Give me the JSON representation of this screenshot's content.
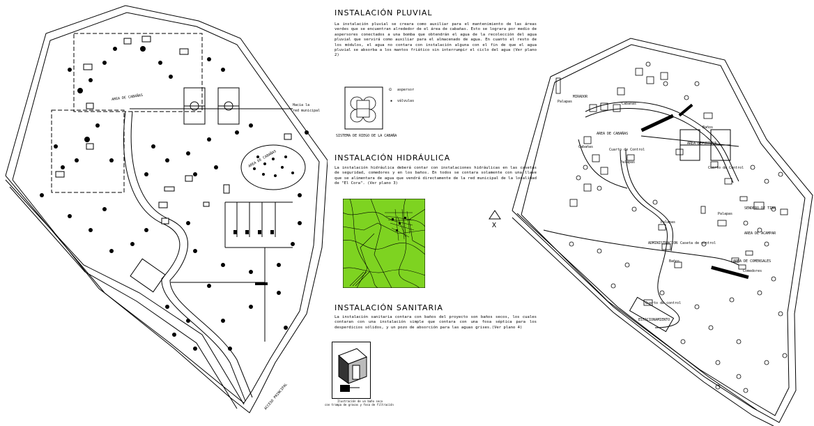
{
  "sections": {
    "pluvial": {
      "title": "INSTALACIÓN PLUVIAL",
      "text": "La instalación pluvial se creara como auxiliar para el mantenimiento de las áreas verdes que se encuentran alrededor de el área de cabañas. Esto se lograra por medio de aspersores conectados a una bomba que obtendrán el agua de la recolección del agua pluvial que servirá como auxiliar para el almacenado de agua. En cuanto el resto de los módulos, el agua no contara con instalación alguna con el fin de que el agua pluvial se absorba a los mantos friático sin interrumpir el ciclo del agua (Ver plano 2)",
      "legend_aspersor": "aspersor",
      "legend_valvulas": "válvulas",
      "caption": "SISTEMA DE RIEGO DE LA CABAÑA"
    },
    "hidraulica": {
      "title": "INSTALACIÓN HIDRÁULICA",
      "text": "La instalación hidráulica deberá contar con instalaciones hidráulicas en las casetas de seguridad, comedores y en los baños. En todos se contara solamente con una llave que se alimentara de agua que vendrá directamente de la red municipal de la localidad de \"El Cora\". (Ver plano 3)"
    },
    "sanitaria": {
      "title": "INSTALACIÓN SANITARIA",
      "text": "La instalación sanitaria contara con baños del proyecto son baños secos, los cuales contaran con una instalación simple que contara con una fosa séptica para los desperdicios sólidos, y un pozo de absorción para las aguas grises.(Ver plano 4)",
      "caption_line1": "Ilustración de un baño seco",
      "caption_line2": "con trampa de grasas y fosa de filtración"
    }
  },
  "left_plan": {
    "area_cabanas_1": "AREA DE CABAÑAS",
    "area_cabanas_2": "AREA DE CABAÑAS",
    "hacia_red_1": "Hacia la",
    "hacia_red_2": "red municipal",
    "acceso": "ACCESO PRINCIPAL"
  },
  "right_plan": {
    "mirador": "MIRADOR",
    "palapas": "Palapas",
    "cabanas": "Cabañas",
    "banos": "Baños",
    "area_cabanas": "AREA DE CABAÑAS",
    "area_deportiva": "AREA DEPORTIVA",
    "cuarto_control": "Cuarto de Control",
    "cuarto_control_2": "Cuarto de Control",
    "cuarto_control_3": "Cuarto de control",
    "sendero": "SENDERO DE TIRO",
    "area_acampar": "AREA DE ACAMPAR",
    "area_comensales": "AREA DE COMENSALES",
    "estacionamiento": "ESTACIONAMIENTO",
    "administracion": "ADMINISTRACION",
    "caseta": "Caseta de control",
    "comedores": "Comedores",
    "north_letter": "X"
  },
  "colors": {
    "map_green": "#7ed321",
    "map_line": "#000000",
    "paper": "#ffffff"
  }
}
